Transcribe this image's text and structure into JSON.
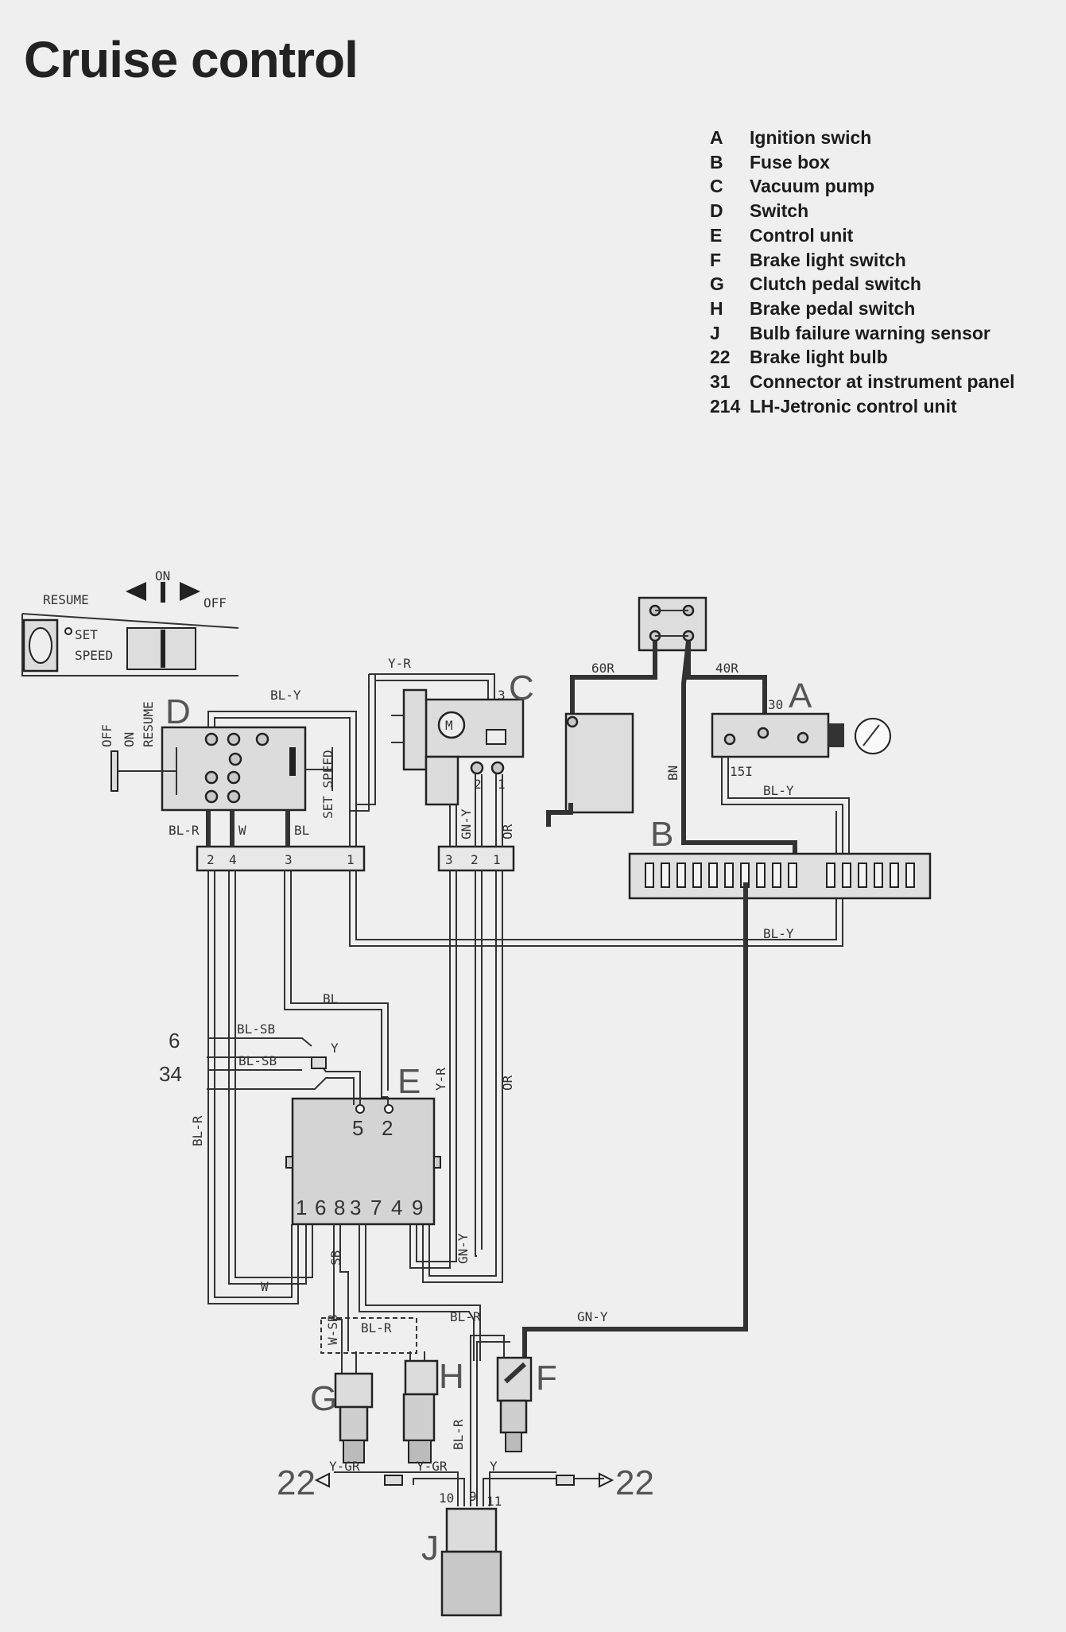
{
  "title": "Cruise control",
  "legend": [
    {
      "code": "A",
      "text": "Ignition swich"
    },
    {
      "code": "B",
      "text": "Fuse box"
    },
    {
      "code": "C",
      "text": "Vacuum pump"
    },
    {
      "code": "D",
      "text": "Switch"
    },
    {
      "code": "E",
      "text": "Control unit"
    },
    {
      "code": "F",
      "text": "Brake light switch"
    },
    {
      "code": "G",
      "text": "Clutch pedal switch"
    },
    {
      "code": "H",
      "text": "Brake pedal switch"
    },
    {
      "code": "J",
      "text": "Bulb failure warning sensor"
    },
    {
      "code": "22",
      "text": "Brake light bulb"
    },
    {
      "code": "31",
      "text": "Connector at instrument panel"
    },
    {
      "code": "214",
      "text": "LH-Jetronic control unit"
    }
  ],
  "switch_panel": {
    "on": "ON",
    "resume": "RESUME",
    "off": "OFF",
    "set": "SET",
    "speed": "SPEED"
  },
  "component_letters": {
    "A": "A",
    "B": "B",
    "C": "C",
    "D": "D",
    "E": "E",
    "F": "F",
    "G": "G",
    "H": "H",
    "J": "J"
  },
  "switch_d_labels": {
    "off": "OFF",
    "on": "ON",
    "resume": "RESUME",
    "set_speed": "SET SPEED"
  },
  "wire_labels": {
    "bl_y_top": "BL-Y",
    "y_r": "Y-R",
    "gn_y_c": "GN-Y",
    "or_c": "OR",
    "r60": "60R",
    "r40": "40R",
    "bn": "BN",
    "bl_y_a": "BL-Y",
    "bl_y_long": "BL-Y",
    "bl_r_d": "BL-R",
    "w_d": "W",
    "bl_d": "BL",
    "bl_mid": "BL",
    "bl_sb_1": "BL-SB",
    "bl_sb_2": "BL-SB",
    "y_e": "Y",
    "y_r_e": "Y-R",
    "or_e": "OR",
    "bl_r_left": "BL-R",
    "w_bottom": "W",
    "sb": "SB",
    "gn_y_e": "GN-Y",
    "w_sb": "W-SB",
    "bl_r_box": "BL-R",
    "bl_r_h": "BL-R",
    "gn_y_f": "GN-Y",
    "bl_r_j": "BL-R",
    "y_gr_l1": "Y-GR",
    "y_gr_l2": "Y-GR",
    "y_j": "Y"
  },
  "terminals": {
    "a_30": "30",
    "a_15": "15I",
    "c_3": "3",
    "c_2": "2",
    "c_1": "1",
    "conn_d": [
      "2",
      "4",
      "3",
      "1"
    ],
    "conn_c": [
      "3",
      "2",
      "1"
    ],
    "e_top": [
      "5",
      "2"
    ],
    "e_bottom": [
      "1",
      "6",
      "8",
      "3",
      "7",
      "4",
      "9"
    ],
    "j_pins": [
      "10",
      "9",
      "11"
    ]
  },
  "external_refs": {
    "in_6": "6",
    "in_34": "34",
    "bulb_left": "22",
    "bulb_right": "22"
  }
}
